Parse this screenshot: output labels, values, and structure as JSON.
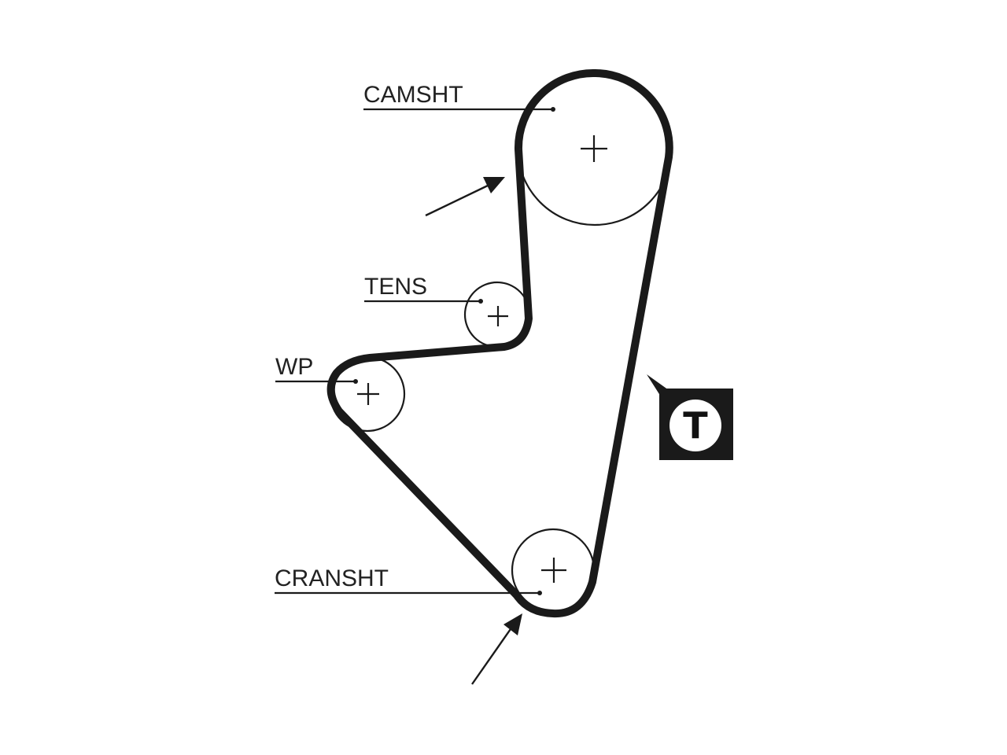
{
  "labels": {
    "camshaft": "CAMSHT",
    "tensioner": "TENS",
    "water_pump": "WP",
    "crankshaft": "CRANSHT"
  },
  "tension_badge": {
    "letter": "T"
  },
  "colors": {
    "ink": "#1a1a1a",
    "paper": "#ffffff"
  }
}
